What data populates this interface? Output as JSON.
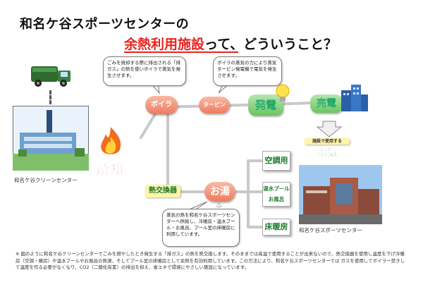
{
  "title_line1": "和名ケ谷スポーツセンターの",
  "title_line2_red": "余熱利用施設",
  "title_line2_rest": "って、どういうこと？",
  "bubble_boiler": "ごみを焼却する際に排出される「排ガス」の熱を使いボイラで蒸気を発生させます。",
  "bubble_turbine": "ボイラの蒸気の力により蒸気タービン発電機で電気を発生させます。",
  "bubble_bottom": "蒸気の熱を和名ケ谷スポーツセンターへ供給し、冷暖房・温水プール・お風呂、プール室の床暖房に利用しています。",
  "node_boiler": "ボイラ",
  "node_turbine": "ターピン",
  "node_hatsuden": "発電",
  "node_baiden": "売電",
  "node_shokyaku": "焼却",
  "node_netsukoukan": "熱交換器",
  "node_oyu": "お湯",
  "use_kuchou": "空調用",
  "use_pool": "温水プール お風呂",
  "use_yukadanbou": "床暖房",
  "label_denki_small": "施設で使用する",
  "label_denki": "電気",
  "caption_clean": "和名ケ谷クリーンセンター",
  "caption_sports": "和名ケ谷スポーツセンター",
  "note": "※ 図のように和名ケ谷クリーンセンターでごみを燃やしたとき発生する「排ガス」の熱を熱交換します。そのままでは高温で使用することが出来ないので、熱交換器を使用し温度を下げ冷暖房（空調・暖房）や温水プールやお風呂の熱源、そしてプール室の床暖房として余熱を有効利用しています。この方法により、和名ケ谷スポーツセンターでは ガスを使用してボイラー焚きして温度を作る必要がなくなり、CO2（二酸化炭素）の排出を抑え、省エネで環境にやさしい施設になっています。",
  "colors": {
    "accent_red": "#e8251f",
    "pill": "#ef7b5f",
    "green": "#5cbf4f",
    "yellow": "#fff4a8"
  }
}
